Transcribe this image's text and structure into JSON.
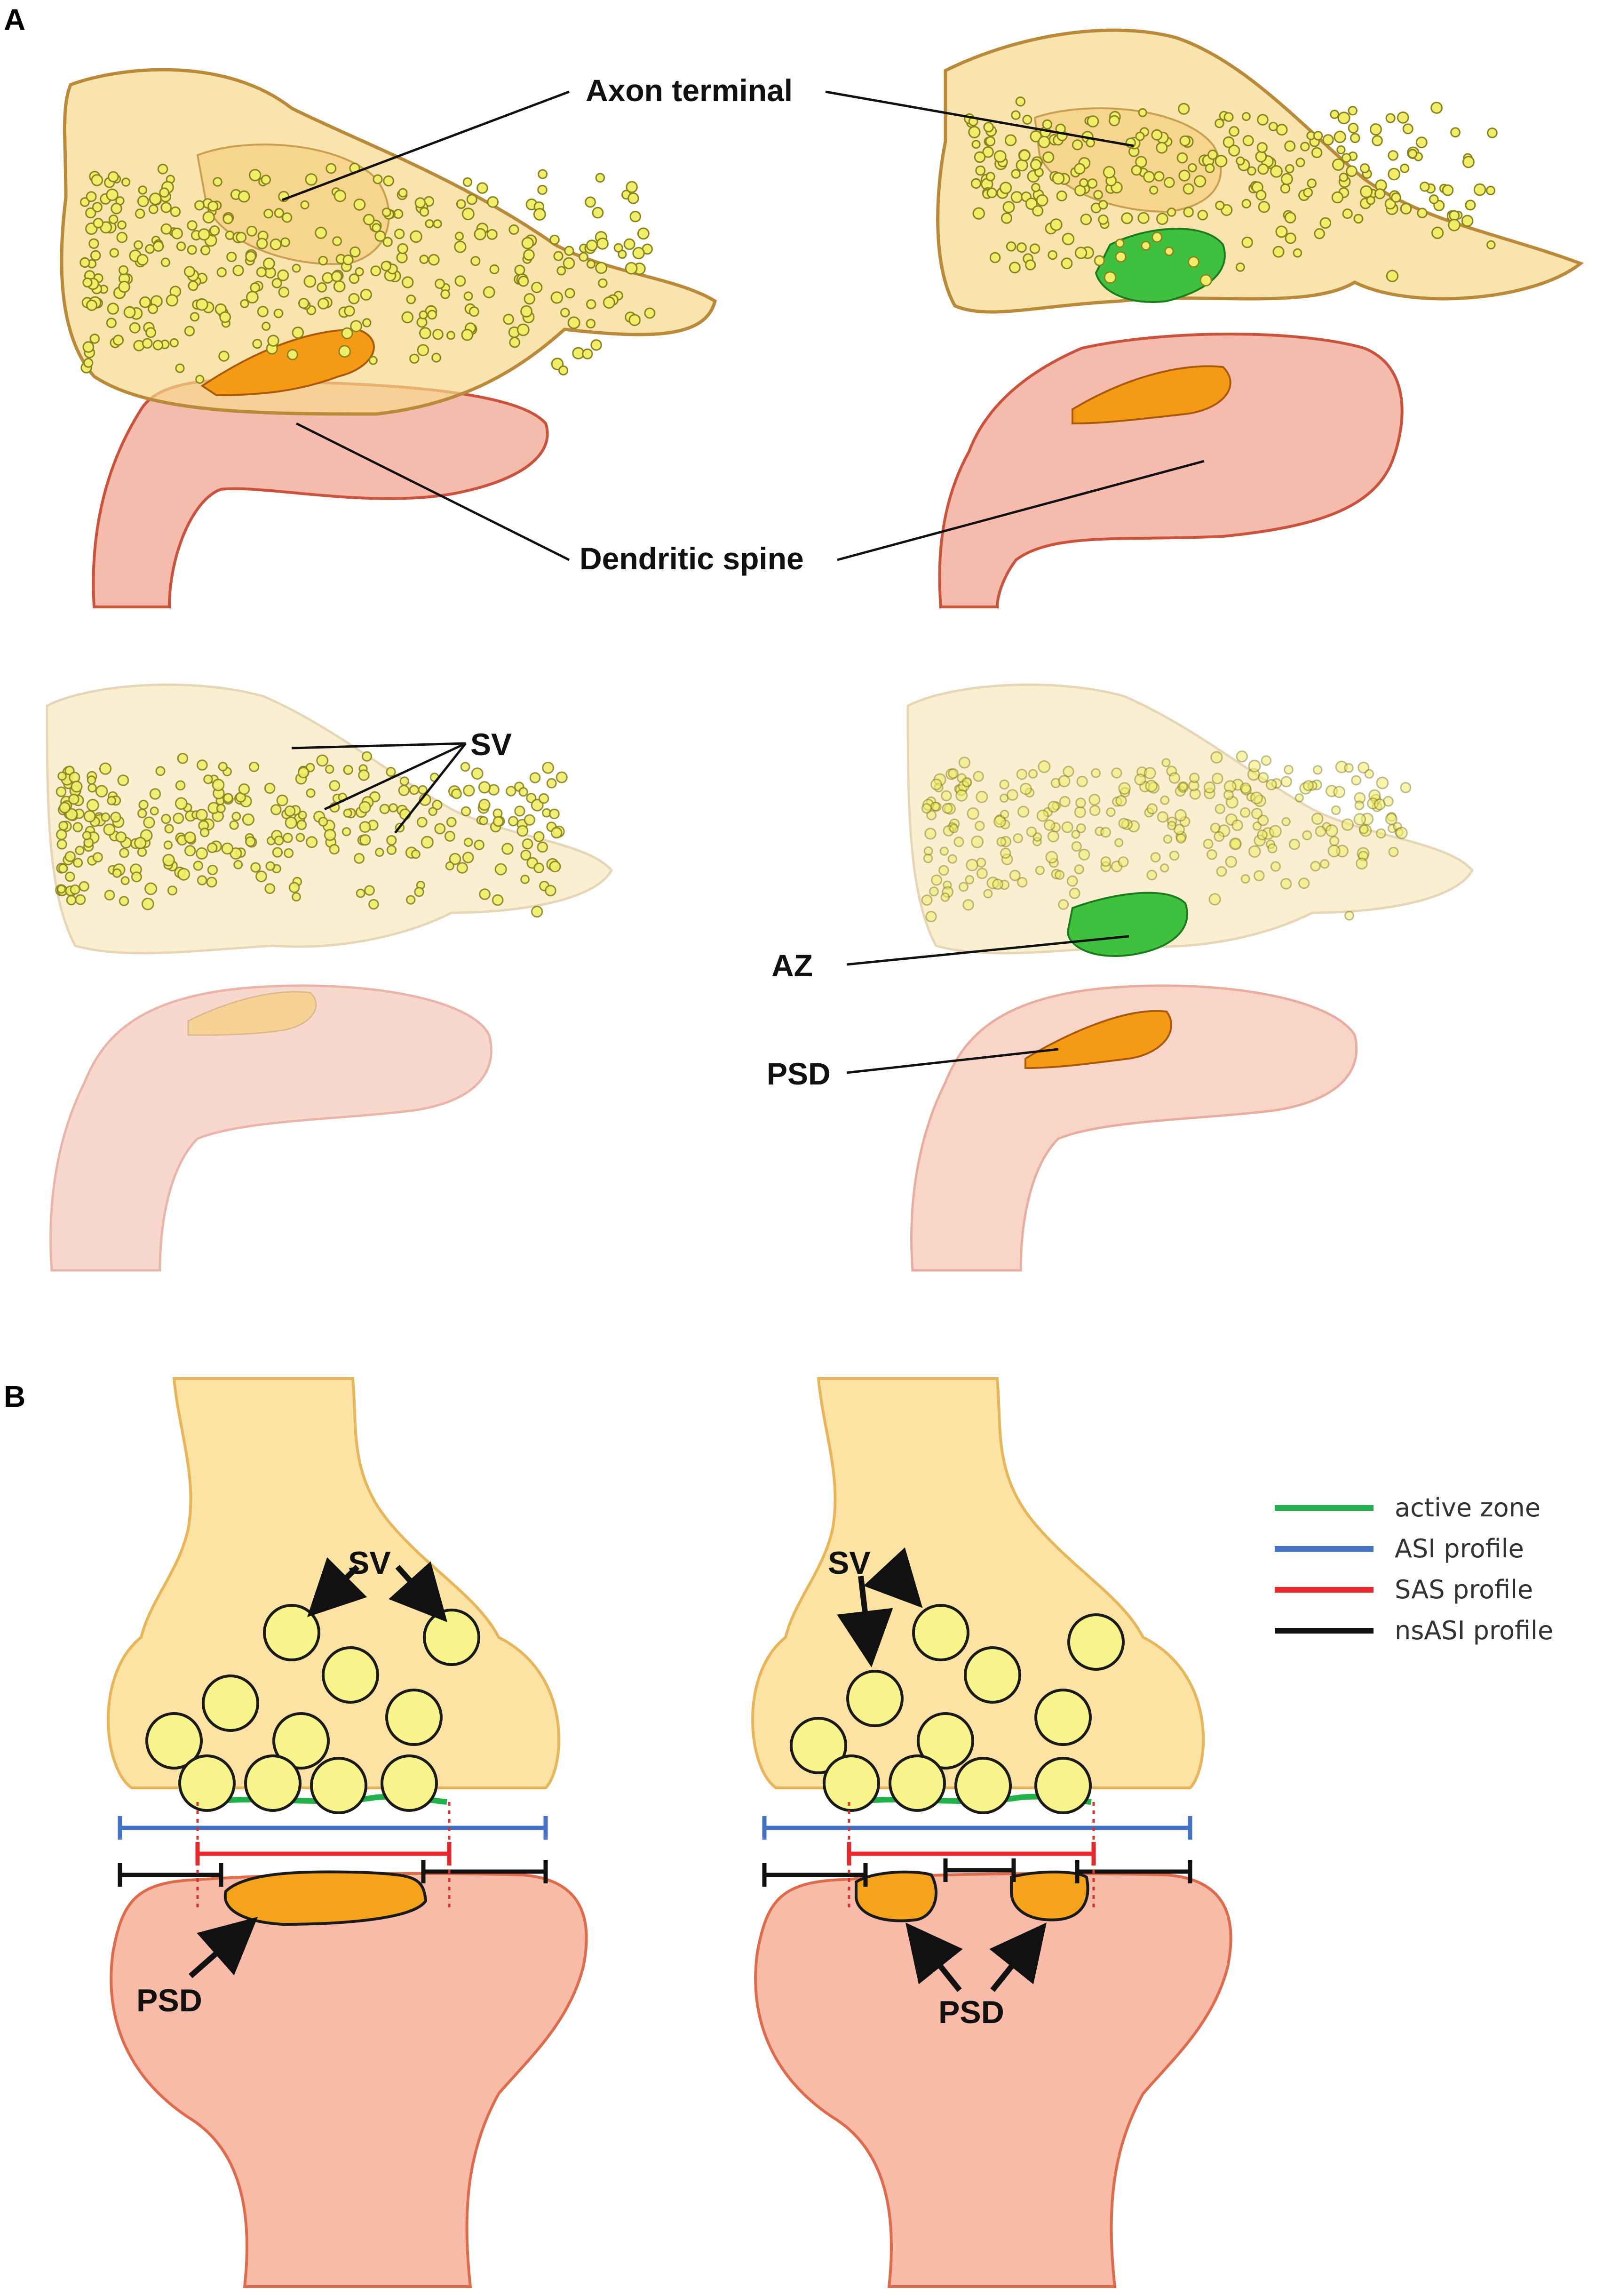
{
  "panels": {
    "a": "A",
    "b": "B"
  },
  "panel_a": {
    "axon_terminal": "Axon terminal",
    "dendritic_spine": "Dendritic spine",
    "sv": "SV",
    "az": "AZ",
    "psd": "PSD"
  },
  "panel_b": {
    "sv_left": "SV",
    "sv_right": "SV",
    "psd_left": "PSD",
    "psd_right": "PSD",
    "legend": [
      {
        "label": "active zone",
        "color": "#22b04a"
      },
      {
        "label": "ASI profile",
        "color": "#4472c4"
      },
      {
        "label": "SAS profile",
        "color": "#e8262b"
      },
      {
        "label": "nsASI profile",
        "color": "#111111"
      }
    ]
  },
  "colors": {
    "axon": "#fbe3a6",
    "axon_edge": "#d9a85a",
    "spine": "#f5b4a0",
    "spine_edge": "#dc6a4e",
    "vesicle": "#f7f48a",
    "psd": "#f5a31a",
    "active_zone": "#3fc13f"
  }
}
